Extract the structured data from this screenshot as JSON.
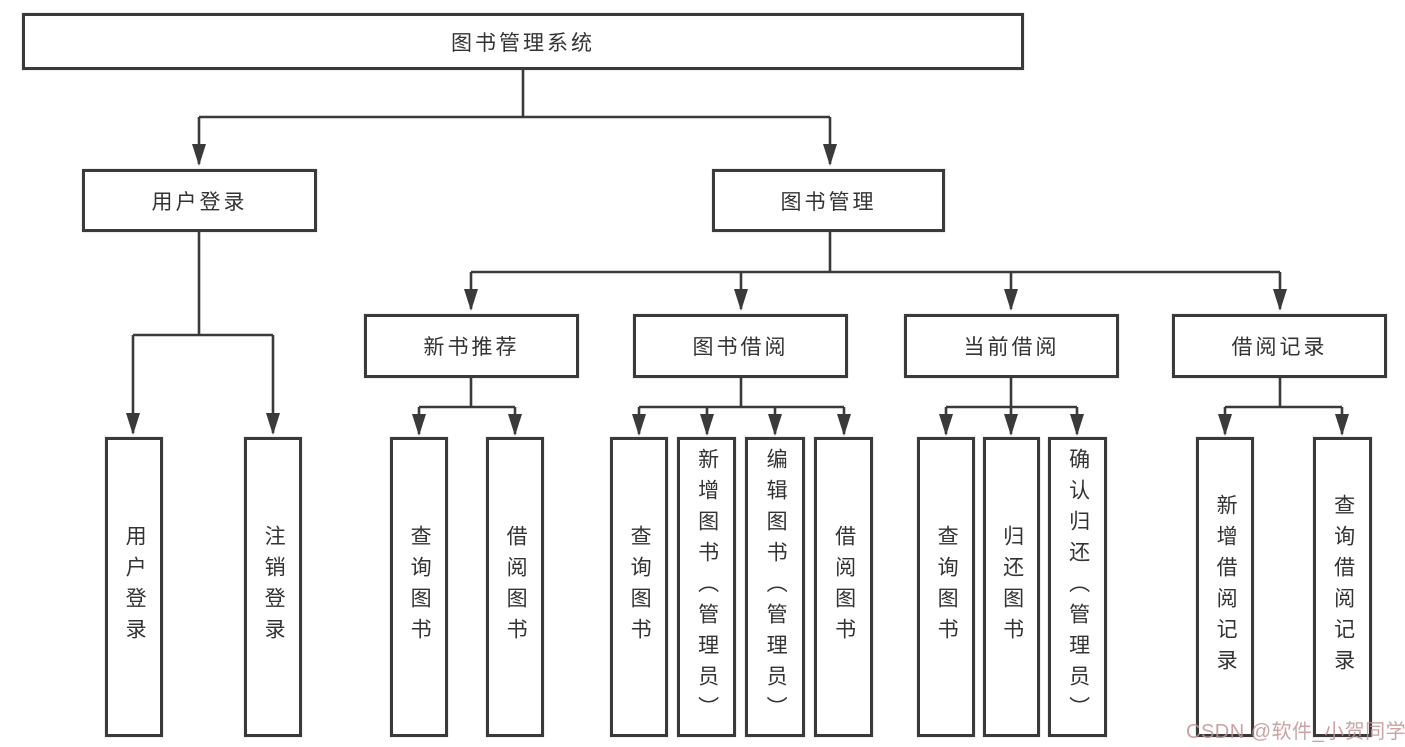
{
  "diagram": {
    "root": {
      "label": "图书管理系统"
    },
    "branches": [
      {
        "label": "用户登录",
        "children": [
          {
            "label": "用户登录"
          },
          {
            "label": "注销登录"
          }
        ]
      },
      {
        "label": "图书管理",
        "children": [
          {
            "label": "新书推荐",
            "children": [
              {
                "label": "查询图书"
              },
              {
                "label": "借阅图书"
              }
            ]
          },
          {
            "label": "图书借阅",
            "children": [
              {
                "label": "查询图书"
              },
              {
                "label": "新增图书（管理员）"
              },
              {
                "label": "编辑图书（管理员）"
              },
              {
                "label": "借阅图书"
              }
            ]
          },
          {
            "label": "当前借阅",
            "children": [
              {
                "label": "查询图书"
              },
              {
                "label": "归还图书"
              },
              {
                "label": "确认归还（管理员）"
              }
            ]
          },
          {
            "label": "借阅记录",
            "children": [
              {
                "label": "新增借阅记录"
              },
              {
                "label": "查询借阅记录"
              }
            ]
          }
        ]
      }
    ]
  },
  "watermark": {
    "text": "CSDN @软件_小贺同学"
  },
  "colors": {
    "line": "#3a3a3a",
    "box_border": "#3a3a3a",
    "box_fill": "#ffffff",
    "text": "#333333",
    "background": "#ffffff",
    "watermark": "#c19494"
  }
}
